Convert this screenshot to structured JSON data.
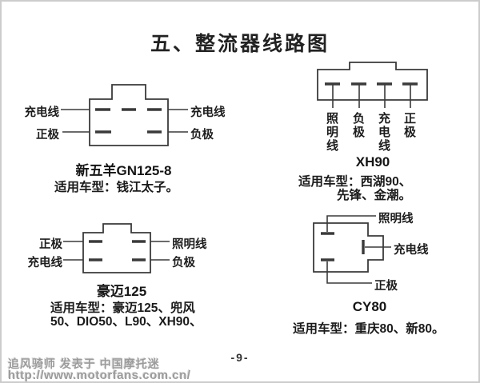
{
  "title": "五、整流器线路图",
  "page_number": "-9-",
  "watermark": {
    "byline": "追风骑师 发表于 中国摩托迷",
    "url": "http://www.motorfans.com.cn/"
  },
  "diagrams": {
    "gn125": {
      "labels": {
        "top_left": "充电线",
        "bottom_left": "正极",
        "top_right": "充电线",
        "bottom_right": "负极"
      },
      "model": "新五羊GN125-8",
      "applicable": "适用车型：钱江太子。"
    },
    "xh90": {
      "pin_labels": [
        "照明线",
        "负极",
        "充电线",
        "正极"
      ],
      "model": "XH90",
      "applicable_line1": "适用车型：西湖90、",
      "applicable_line2": "先锋、金潮。"
    },
    "haomai125": {
      "labels": {
        "top_left": "正极",
        "bottom_left": "充电线",
        "top_right": "照明线",
        "bottom_right": "负极"
      },
      "model": "豪迈125",
      "applicable_line1": "适用车型：豪迈125、兜风",
      "applicable_line2": "50、DIO50、L90、XH90、"
    },
    "cy80": {
      "labels": {
        "top": "照明线",
        "middle": "充电线",
        "bottom": "正极"
      },
      "model": "CY80",
      "applicable": "适用车型：重庆80、新80。"
    }
  }
}
